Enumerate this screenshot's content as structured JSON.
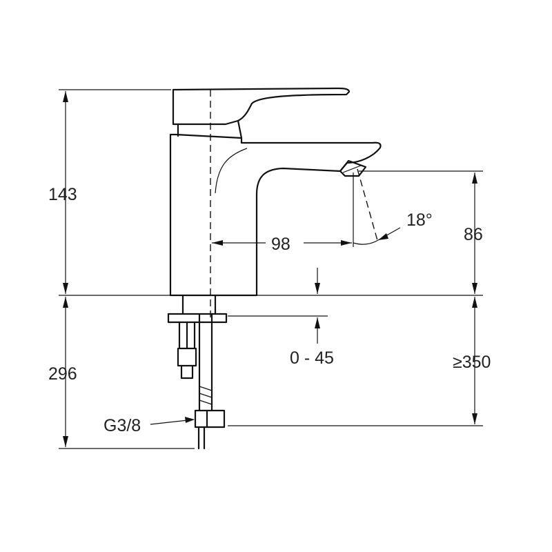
{
  "dimensions": {
    "height_body": "143",
    "height_below": "296",
    "spout_reach": "98",
    "spout_height": "86",
    "spout_angle": "18°",
    "counter_thickness": "0 - 45",
    "hose_length": "≥350",
    "connection_thread": "G3/8"
  },
  "colors": {
    "line": "#111111",
    "text": "#222222",
    "background": "#ffffff"
  }
}
